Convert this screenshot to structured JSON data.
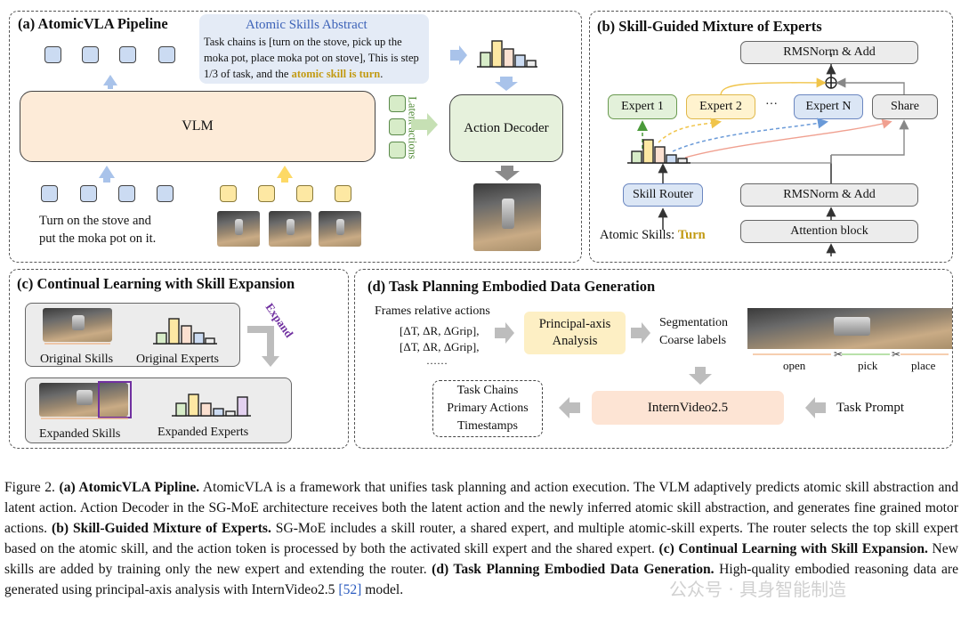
{
  "panel_a": {
    "title": "(a) AtomicVLA Pipeline",
    "abstract_title": "Atomic Skills Abstract",
    "abstract_text": "Task chains is [turn on the stove, pick up the moka pot, place moka pot on stove], This is step 1/3 of task, and the",
    "abstract_highlight": "atomic skill is turn",
    "abstract_end": ".",
    "vlm_label": "VLM",
    "latent_label": "Latent actions",
    "decoder_label": "Action Decoder",
    "instruction_line1": "Turn on the stove and",
    "instruction_line2": "put the moka pot on it."
  },
  "panel_b": {
    "title": "(b) Skill-Guided Mixture of Experts",
    "rmsnorm_top": "RMSNorm & Add",
    "expert1": "Expert 1",
    "expert2": "Expert 2",
    "ellipsis": "···",
    "expertN": "Expert N",
    "share": "Share",
    "skill_router": "Skill Router",
    "rmsnorm_bottom": "RMSNorm & Add",
    "attention": "Attention block",
    "atomic_skills_label": "Atomic Skills:",
    "atomic_skills_value": "Turn"
  },
  "panel_c": {
    "title": "(c) Continual Learning with Skill Expansion",
    "original_skills": "Original Skills",
    "original_experts": "Original Experts",
    "expand": "Expand",
    "expanded_skills": "Expanded Skills",
    "expanded_experts": "Expanded Experts"
  },
  "panel_d": {
    "title": "(d) Task Planning Embodied Data Generation",
    "frames_label": "Frames relative actions",
    "frames_line1": "[ΔT, ΔR, ΔGrip],",
    "frames_line2": "[ΔT, ΔR, ΔGrip],",
    "frames_line3": "……",
    "principal_line1": "Principal-axis",
    "principal_line2": "Analysis",
    "seg_line1": "Segmentation",
    "seg_line2": "Coarse labels",
    "open": "open",
    "pick": "pick",
    "place": "place",
    "internvideo": "InternVideo2.5",
    "task_prompt": "Task Prompt",
    "out_line1": "Task Chains",
    "out_line2": "Primary Actions",
    "out_line3": "Timestamps"
  },
  "caption": {
    "fig": "Figure 2.",
    "a_title": "(a) AtomicVLA Pipline.",
    "a_text": "AtomicVLA is a framework that unifies task planning and action execution. The VLM adaptively predicts atomic skill abstraction and latent action. Action Decoder in the SG-MoE architecture receives both the latent action and the newly inferred atomic skill abstraction, and generates fine grained motor actions.",
    "b_title": "(b) Skill-Guided Mixture of Experts.",
    "b_text": "SG-MoE includes a skill router, a shared expert, and multiple atomic-skill experts. The router selects the top skill expert based on the atomic skill, and the action token is processed by both the activated skill expert and the shared expert.",
    "c_title": "(c) Continual Learning with Skill Expansion.",
    "c_text": "New skills are added by training only the new expert and extending the router.",
    "d_title": "(d) Task Planning Embodied Data Generation.",
    "d_text": "High-quality embodied reasoning data are generated using principal-axis analysis with InternVideo2.5",
    "ref": "[52]",
    "end": "model."
  },
  "watermark": "公众号 · 具身智能制造"
}
